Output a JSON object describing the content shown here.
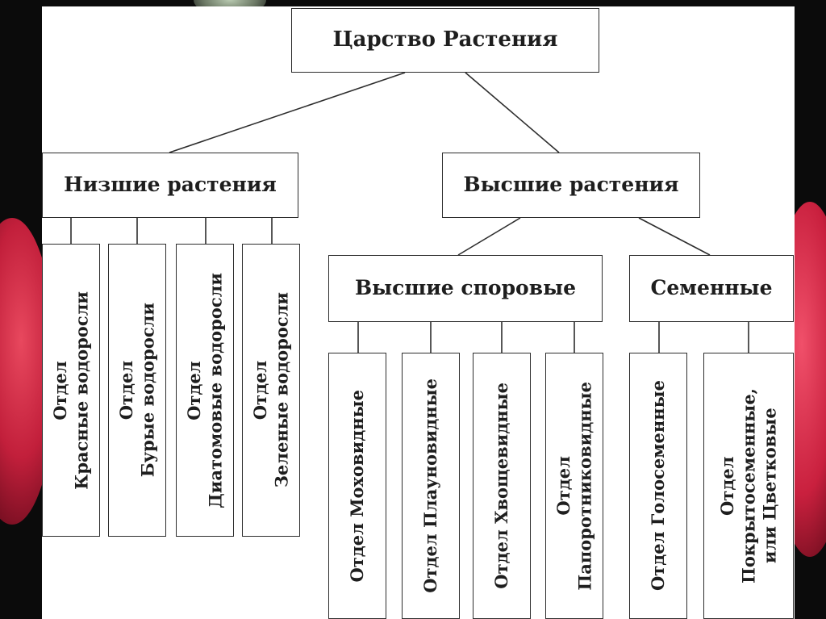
{
  "root": "Царство Растения",
  "level1": {
    "lower": "Низшие растения",
    "higher": "Высшие растения"
  },
  "lower_divisions": [
    {
      "line1": "Отдел",
      "line2": "Красные водоросли"
    },
    {
      "line1": "Отдел",
      "line2": "Бурые водоросли"
    },
    {
      "line1": "Отдел",
      "line2": "Диатомовые водоросли"
    },
    {
      "line1": "Отдел",
      "line2": "Зеленые водоросли"
    }
  ],
  "level2": {
    "spore": "Высшие споровые",
    "seed": "Семенные"
  },
  "spore_divisions": [
    {
      "line1": "Отдел Моховидные"
    },
    {
      "line1": "Отдел Плауновидные"
    },
    {
      "line1": "Отдел Хвощевидные"
    },
    {
      "line1": "Отдел",
      "line2": "Папоротниковидные"
    }
  ],
  "seed_divisions": [
    {
      "line1": "Отдел Голосеменные"
    },
    {
      "line1": "Отдел",
      "line2": "Покрытосеменные,",
      "line3": "или Цветковые"
    }
  ],
  "colors": {
    "border": "#2d2d2d",
    "text": "#1e1e1e",
    "slide_background": "#ffffff",
    "page_background": "#0b0b0b",
    "flower_accent": "#c9203e"
  }
}
